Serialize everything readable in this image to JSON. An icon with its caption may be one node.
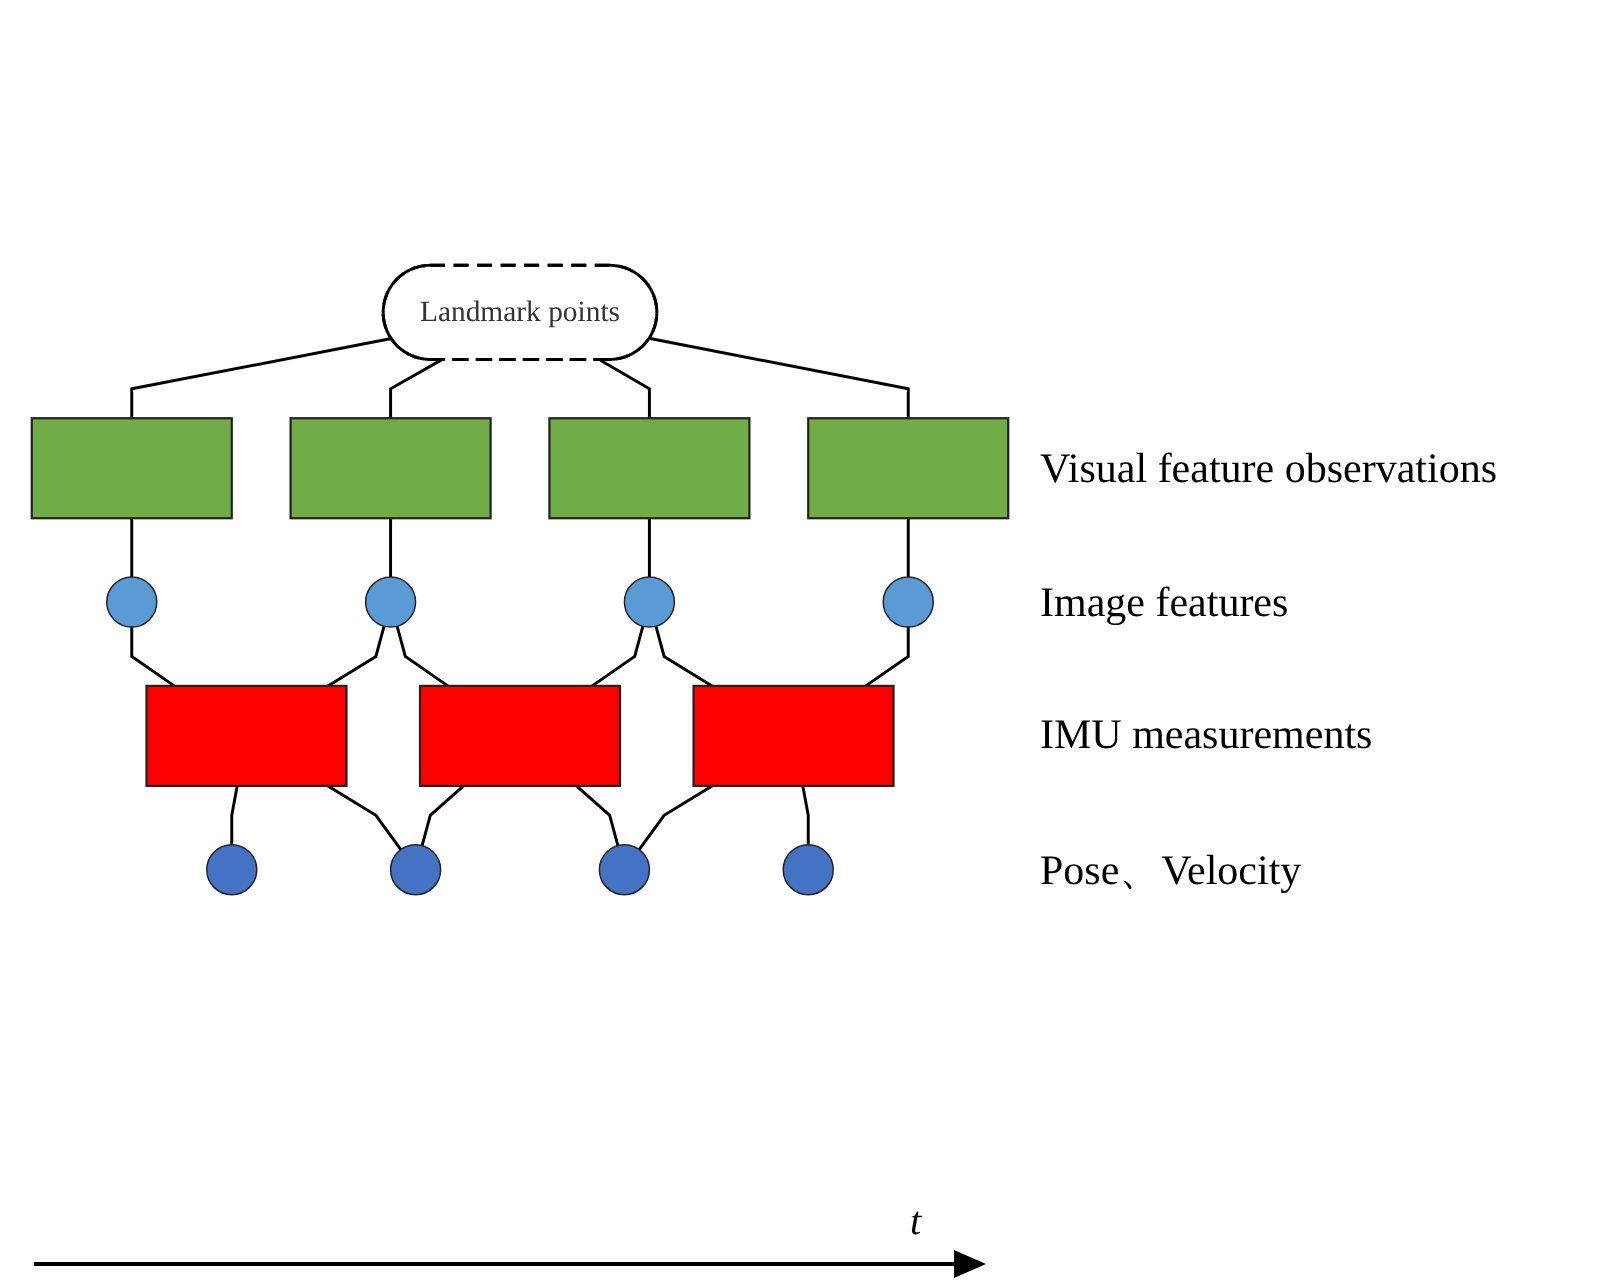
{
  "diagram": {
    "nodes": [
      {
        "text": [
          "Landmark points"
        ]
      },
      {
        "text": [],
        "shape": "box"
      },
      {
        "text": [],
        "shape": "box"
      },
      {
        "text": [],
        "shape": "box"
      },
      {
        "text": [],
        "shape": "box"
      },
      {
        "text": [],
        "shape": "circle"
      },
      {
        "text": [],
        "shape": "circle"
      },
      {
        "text": [],
        "shape": "circle"
      },
      {
        "text": [],
        "shape": "circle"
      },
      {
        "text": [],
        "shape": "box"
      },
      {
        "text": [],
        "shape": "box"
      },
      {
        "text": [],
        "shape": "box"
      },
      {
        "text": [],
        "shape": "circle"
      },
      {
        "text": [],
        "shape": "circle"
      },
      {
        "text": [],
        "shape": "circle"
      },
      {
        "text": [],
        "shape": "circle"
      }
    ],
    "edges": [
      {
        "from": 0,
        "to": 1,
        "arrow": "none"
      },
      {
        "from": 0,
        "to": 2,
        "arrow": "none"
      },
      {
        "from": 0,
        "to": 3,
        "arrow": "none"
      },
      {
        "from": 0,
        "to": 4,
        "arrow": "none"
      },
      {
        "from": 1,
        "to": 5,
        "arrow": "none"
      },
      {
        "from": 2,
        "to": 6,
        "arrow": "none"
      },
      {
        "from": 3,
        "to": 7,
        "arrow": "none"
      },
      {
        "from": 4,
        "to": 8,
        "arrow": "none"
      },
      {
        "from": 5,
        "to": 9,
        "arrow": "none"
      },
      {
        "from": 6,
        "to": 9,
        "arrow": "none"
      },
      {
        "from": 6,
        "to": 10,
        "arrow": "none"
      },
      {
        "from": 7,
        "to": 10,
        "arrow": "none"
      },
      {
        "from": 7,
        "to": 11,
        "arrow": "none"
      },
      {
        "from": 8,
        "to": 11,
        "arrow": "none"
      },
      {
        "from": 9,
        "to": 12,
        "arrow": "none"
      },
      {
        "from": 9,
        "to": 13,
        "arrow": "none"
      },
      {
        "from": 10,
        "to": 13,
        "arrow": "none"
      },
      {
        "from": 10,
        "to": 14,
        "arrow": "none"
      },
      {
        "from": 11,
        "to": 14,
        "arrow": "none"
      },
      {
        "from": 11,
        "to": 15,
        "arrow": "none"
      }
    ],
    "labels": [
      "Visual feature observations",
      "Image features",
      "IMU measurements",
      "Pose、Velocity",
      "t"
    ]
  }
}
